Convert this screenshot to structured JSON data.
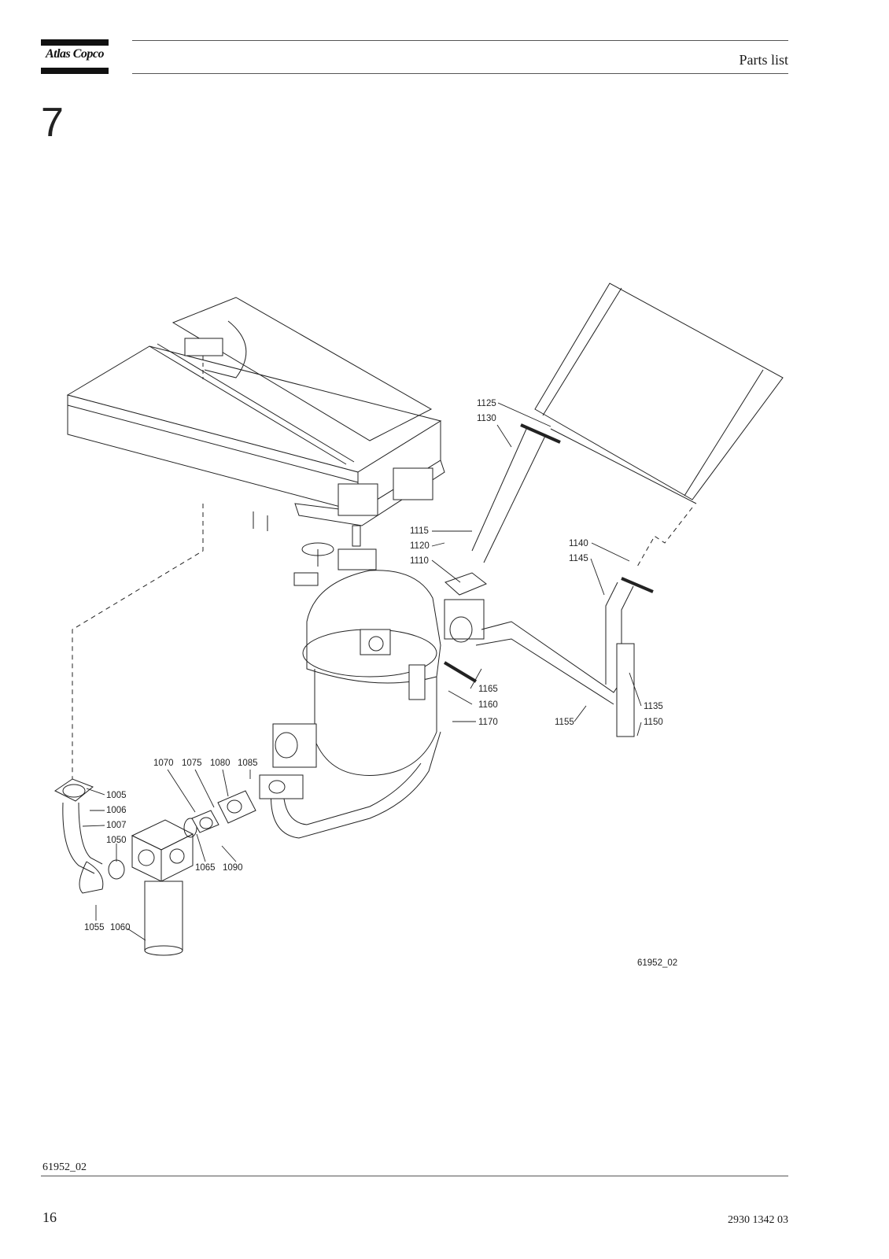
{
  "header": {
    "brand": "Atlas Copco",
    "title": "Parts list"
  },
  "section": {
    "number": "7"
  },
  "drawing": {
    "reference": "61952_02",
    "callouts": [
      {
        "id": "c1005",
        "label": "1005"
      },
      {
        "id": "c1006",
        "label": "1006"
      },
      {
        "id": "c1007",
        "label": "1007"
      },
      {
        "id": "c1050",
        "label": "1050"
      },
      {
        "id": "c1055",
        "label": "1055"
      },
      {
        "id": "c1060",
        "label": "1060"
      },
      {
        "id": "c1065",
        "label": "1065"
      },
      {
        "id": "c1070",
        "label": "1070"
      },
      {
        "id": "c1075",
        "label": "1075"
      },
      {
        "id": "c1080",
        "label": "1080"
      },
      {
        "id": "c1085",
        "label": "1085"
      },
      {
        "id": "c1090",
        "label": "1090"
      },
      {
        "id": "c1110",
        "label": "1110"
      },
      {
        "id": "c1115",
        "label": "1115"
      },
      {
        "id": "c1120",
        "label": "1120"
      },
      {
        "id": "c1125",
        "label": "1125"
      },
      {
        "id": "c1130",
        "label": "1130"
      },
      {
        "id": "c1135",
        "label": "1135"
      },
      {
        "id": "c1140",
        "label": "1140"
      },
      {
        "id": "c1145",
        "label": "1145"
      },
      {
        "id": "c1150",
        "label": "1150"
      },
      {
        "id": "c1155",
        "label": "1155"
      },
      {
        "id": "c1160",
        "label": "1160"
      },
      {
        "id": "c1165",
        "label": "1165"
      },
      {
        "id": "c1170",
        "label": "1170"
      }
    ]
  },
  "footer": {
    "reference": "61952_02",
    "page_number": "16",
    "document_number": "2930 1342 03"
  }
}
